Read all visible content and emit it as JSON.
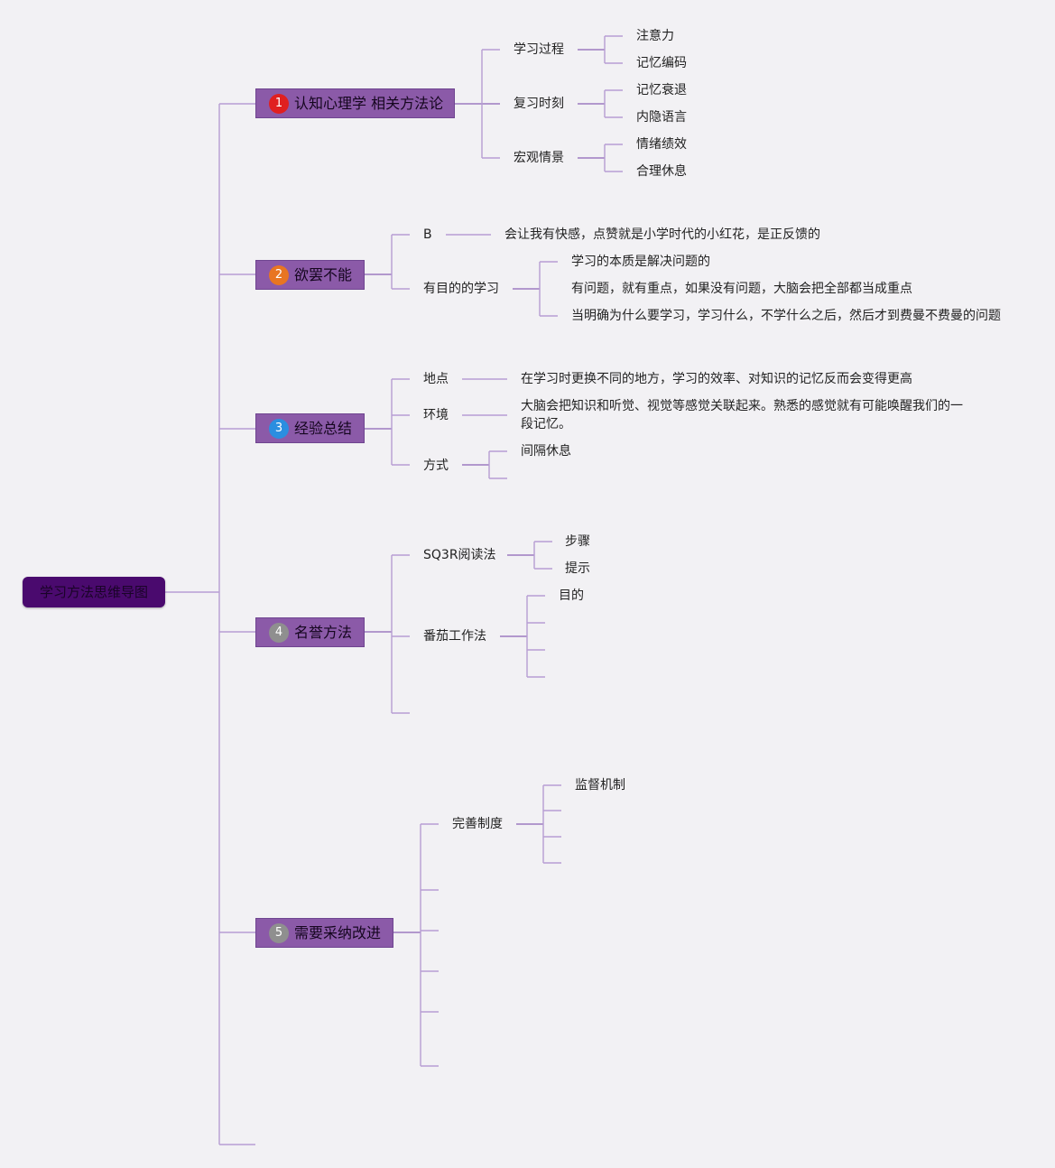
{
  "root": {
    "label": "学习方法思维导图"
  },
  "branches": [
    {
      "number": "1",
      "badge_color": "#e02020",
      "label": "认知心理学 相关方法论",
      "children": [
        {
          "label": "学习过程",
          "children": [
            "注意力",
            "记忆编码"
          ]
        },
        {
          "label": "复习时刻",
          "children": [
            "记忆衰退",
            "内隐语言"
          ]
        },
        {
          "label": "宏观情景",
          "children": [
            "情绪绩效",
            "合理休息"
          ]
        }
      ]
    },
    {
      "number": "2",
      "badge_color": "#e87522",
      "label": "欲罢不能",
      "children": [
        {
          "label": "B",
          "children": [
            "会让我有快感，点赞就是小学时代的小红花，是正反馈的"
          ]
        },
        {
          "label": "有目的的学习",
          "children": [
            "学习的本质是解决问题的",
            "有问题，就有重点，如果没有问题，大脑会把全部都当成重点",
            "当明确为什么要学习，学习什么，不学什么之后，然后才到费曼不费曼的问题"
          ]
        }
      ]
    },
    {
      "number": "3",
      "badge_color": "#2b8ee0",
      "label": "经验总结",
      "children": [
        {
          "label": "地点",
          "children": [
            "在学习时更换不同的地方，学习的效率、对知识的记忆反而会变得更高"
          ]
        },
        {
          "label": "环境",
          "children": [
            "大脑会把知识和听觉、视觉等感觉关联起来。熟悉的感觉就有可能唤醒我们的一段记忆。"
          ]
        },
        {
          "label": "方式",
          "children": [
            "间隔休息"
          ]
        }
      ]
    },
    {
      "number": "4",
      "badge_color": "#8f8f8f",
      "label": "名誉方法",
      "children": [
        {
          "label": "SQ3R阅读法",
          "children": [
            "步骤",
            "提示"
          ]
        },
        {
          "label": "番茄工作法",
          "children": [
            "目的"
          ]
        }
      ]
    },
    {
      "number": "5",
      "badge_color": "#8f8f8f",
      "label": "需要采纳改进",
      "children": [
        {
          "label": "完善制度",
          "children": [
            "监督机制"
          ]
        }
      ]
    }
  ]
}
